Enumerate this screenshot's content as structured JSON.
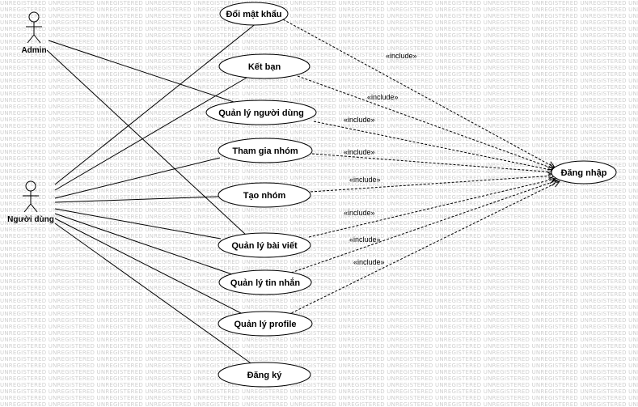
{
  "watermark": {
    "text": "UNREGISTERED"
  },
  "actors": {
    "admin": {
      "label": "Admin"
    },
    "user": {
      "label": "Người dùng"
    }
  },
  "use_cases": {
    "doi_mat_khau": {
      "label": "Đổi mật khẩu"
    },
    "ket_ban": {
      "label": "Kết bạn"
    },
    "quan_ly_nguoi_dung": {
      "label": "Quản lý người dùng"
    },
    "tham_gia_nhom": {
      "label": "Tham gia nhóm"
    },
    "tao_nhom": {
      "label": "Tạo nhóm"
    },
    "quan_ly_bai_viet": {
      "label": "Quản lý bài viết"
    },
    "quan_ly_tin_nhan": {
      "label": "Quản lý tin nhắn"
    },
    "quan_ly_profile": {
      "label": "Quản lý profile"
    },
    "dang_ky": {
      "label": "Đăng ký"
    },
    "dang_nhap": {
      "label": "Đăng nhập"
    }
  },
  "relationships": {
    "include_label": "«include»"
  }
}
